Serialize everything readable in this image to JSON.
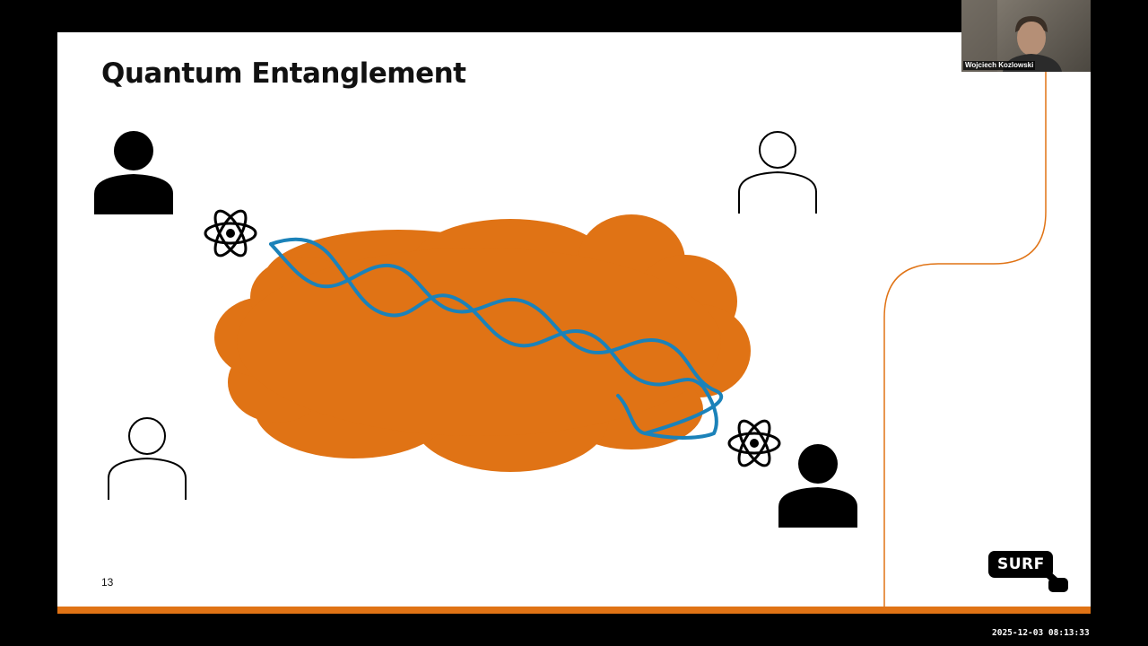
{
  "slide": {
    "title": "Quantum Entanglement",
    "page_number": "13",
    "logo_text": "SURF"
  },
  "video": {
    "speaker_name": "Wojciech Kozlowski"
  },
  "timestamp": "2025-12-03 08:13:33",
  "colors": {
    "accent": "#e07315",
    "cloud": "#e07315",
    "entanglement_wave": "#1b82b9",
    "background": "#000000",
    "slide": "#ffffff"
  },
  "icons": [
    "person-filled-icon",
    "person-outline-icon",
    "atom-icon",
    "entangled-wave-icon",
    "cloud-shape",
    "surf-logo"
  ]
}
